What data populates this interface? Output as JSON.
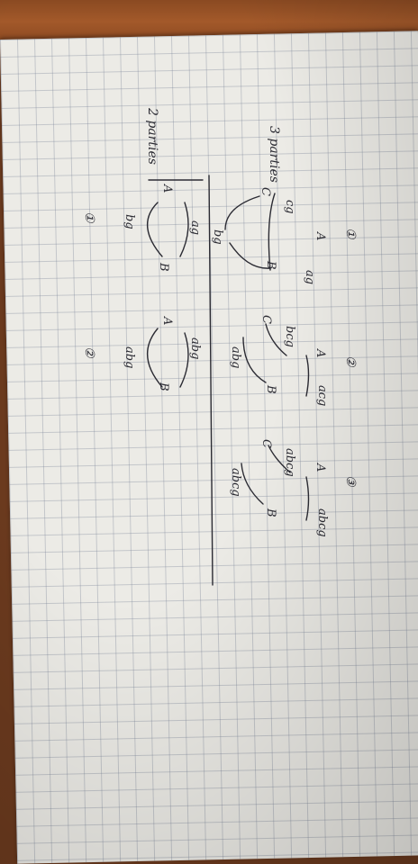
{
  "labels": {
    "three_parties": "3 parties",
    "two_parties": "2 parties"
  },
  "diagrams": [
    {
      "number": "①",
      "a": "A",
      "b": "B",
      "c": "C",
      "top_edge": "cg",
      "right_edge": "ag",
      "bottom_edge": "bg"
    },
    {
      "number": "②",
      "a": "A",
      "b": "B",
      "c": "C",
      "top_edge": "bcg",
      "right_edge": "acg",
      "bottom_edge": "abg"
    },
    {
      "number": "③",
      "a": "A",
      "b": "B",
      "c": "C",
      "top_edge": "abcg",
      "right_edge": "abcg",
      "bottom_edge": "abcg"
    },
    {
      "number": "①",
      "a": "A",
      "b": "B",
      "top_edge": "ag",
      "bottom_edge": "bg"
    },
    {
      "number": "②",
      "a": "A",
      "b": "B",
      "top_edge": "abg",
      "bottom_edge": "abg"
    }
  ]
}
